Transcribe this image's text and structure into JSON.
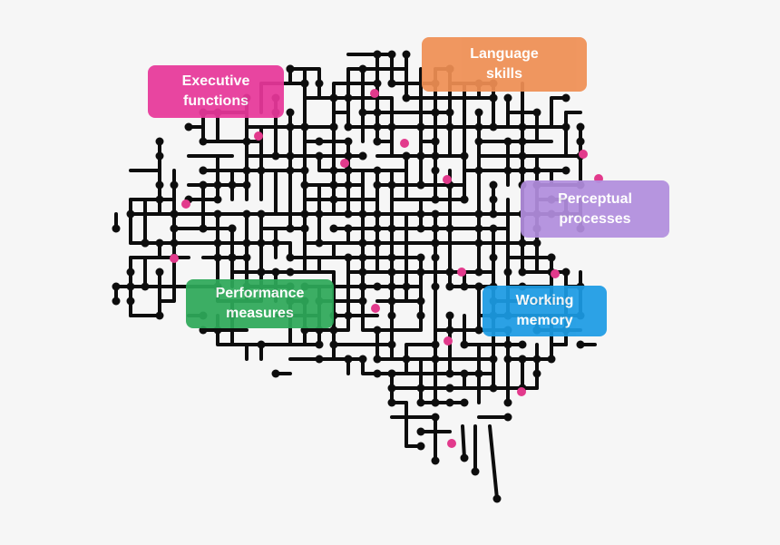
{
  "labels": {
    "executive": {
      "text": "Executive\nfunctions",
      "color": "#e8389a"
    },
    "language": {
      "text": "Language\nskills",
      "color": "#ef8f54"
    },
    "perceptual": {
      "text": "Perceptual\nprocesses",
      "color": "#b28ede"
    },
    "performance": {
      "text": "Performance\nmeasures",
      "color": "#2ea95a"
    },
    "working": {
      "text": "Working\nmemory",
      "color": "#1c9be4"
    }
  },
  "colors": {
    "circuit": "#0d0d0d",
    "accent_node": "#e23a8c",
    "background": "#f6f6f6"
  }
}
